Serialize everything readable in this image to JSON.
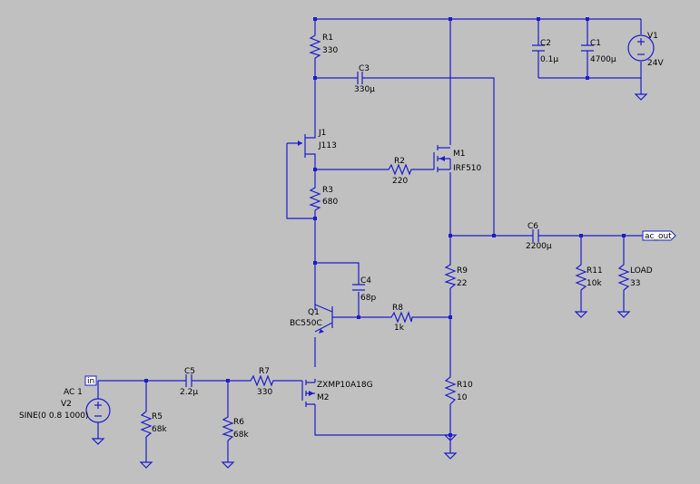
{
  "components": {
    "R1": {
      "ref": "R1",
      "value": "330"
    },
    "R2": {
      "ref": "R2",
      "value": "220"
    },
    "R3": {
      "ref": "R3",
      "value": "680"
    },
    "R5": {
      "ref": "R5",
      "value": "68k"
    },
    "R6": {
      "ref": "R6",
      "value": "68k"
    },
    "R7": {
      "ref": "R7",
      "value": "330"
    },
    "R8": {
      "ref": "R8",
      "value": "1k"
    },
    "R9": {
      "ref": "R9",
      "value": "22"
    },
    "R10": {
      "ref": "R10",
      "value": "10"
    },
    "R11": {
      "ref": "R11",
      "value": "10k"
    },
    "LOAD": {
      "ref": "LOAD",
      "value": "33"
    },
    "C1": {
      "ref": "C1",
      "value": "4700µ"
    },
    "C2": {
      "ref": "C2",
      "value": "0.1µ"
    },
    "C3": {
      "ref": "C3",
      "value": "330µ"
    },
    "C4": {
      "ref": "C4",
      "value": "68p"
    },
    "C5": {
      "ref": "C5",
      "value": "2.2µ"
    },
    "C6": {
      "ref": "C6",
      "value": "2200µ"
    },
    "V1": {
      "ref": "V1",
      "value": "24V"
    },
    "V2": {
      "ref": "V2",
      "ac": "AC 1",
      "value": "SINE(0 0.8 1000)"
    },
    "J1": {
      "ref": "J1",
      "value": "J113"
    },
    "M1": {
      "ref": "M1",
      "value": "IRF510"
    },
    "M2": {
      "ref": "M2",
      "value": "ZXMP10A18G"
    },
    "Q1": {
      "ref": "Q1",
      "value": "BC550C"
    }
  },
  "nets": {
    "input": "in",
    "output": "ac_out"
  }
}
